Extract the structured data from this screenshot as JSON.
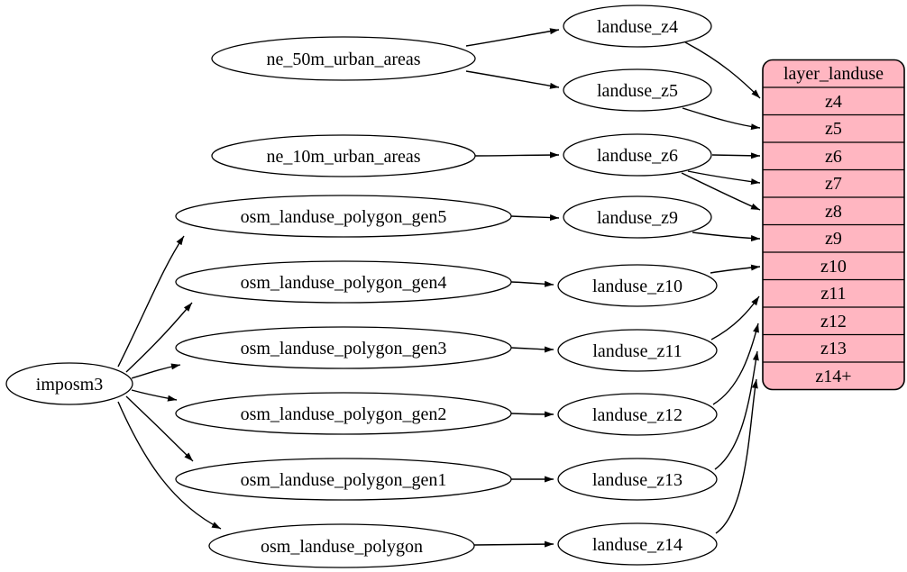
{
  "diagram": {
    "kind": "graphviz-dependency-graph",
    "background_color": "#ffffff",
    "node_fill_color": "#ffffff",
    "node_border_color": "#000000",
    "edge_color": "#000000",
    "text_color": "#000000",
    "nodes": {
      "imposm3": {
        "label": "imposm3"
      },
      "ne_50m_urban_areas": {
        "label": "ne_50m_urban_areas"
      },
      "ne_10m_urban_areas": {
        "label": "ne_10m_urban_areas"
      },
      "osm_landuse_polygon_gen5": {
        "label": "osm_landuse_polygon_gen5"
      },
      "osm_landuse_polygon_gen4": {
        "label": "osm_landuse_polygon_gen4"
      },
      "osm_landuse_polygon_gen3": {
        "label": "osm_landuse_polygon_gen3"
      },
      "osm_landuse_polygon_gen2": {
        "label": "osm_landuse_polygon_gen2"
      },
      "osm_landuse_polygon_gen1": {
        "label": "osm_landuse_polygon_gen1"
      },
      "osm_landuse_polygon": {
        "label": "osm_landuse_polygon"
      },
      "landuse_z4": {
        "label": "landuse_z4"
      },
      "landuse_z5": {
        "label": "landuse_z5"
      },
      "landuse_z6": {
        "label": "landuse_z6"
      },
      "landuse_z9": {
        "label": "landuse_z9"
      },
      "landuse_z10": {
        "label": "landuse_z10"
      },
      "landuse_z11": {
        "label": "landuse_z11"
      },
      "landuse_z12": {
        "label": "landuse_z12"
      },
      "landuse_z13": {
        "label": "landuse_z13"
      },
      "landuse_z14": {
        "label": "landuse_z14"
      }
    },
    "table": {
      "title": "layer_landuse",
      "fill_color": "#ffb6c1",
      "rows": [
        "z4",
        "z5",
        "z6",
        "z7",
        "z8",
        "z9",
        "z10",
        "z11",
        "z12",
        "z13",
        "z14+"
      ]
    },
    "edges": [
      {
        "from": "ne_50m_urban_areas",
        "to": "landuse_z4"
      },
      {
        "from": "ne_50m_urban_areas",
        "to": "landuse_z5"
      },
      {
        "from": "ne_10m_urban_areas",
        "to": "landuse_z6"
      },
      {
        "from": "imposm3",
        "to": "osm_landuse_polygon_gen5"
      },
      {
        "from": "imposm3",
        "to": "osm_landuse_polygon_gen4"
      },
      {
        "from": "imposm3",
        "to": "osm_landuse_polygon_gen3"
      },
      {
        "from": "imposm3",
        "to": "osm_landuse_polygon_gen2"
      },
      {
        "from": "imposm3",
        "to": "osm_landuse_polygon_gen1"
      },
      {
        "from": "imposm3",
        "to": "osm_landuse_polygon"
      },
      {
        "from": "osm_landuse_polygon_gen5",
        "to": "landuse_z9"
      },
      {
        "from": "osm_landuse_polygon_gen4",
        "to": "landuse_z10"
      },
      {
        "from": "osm_landuse_polygon_gen3",
        "to": "landuse_z11"
      },
      {
        "from": "osm_landuse_polygon_gen2",
        "to": "landuse_z12"
      },
      {
        "from": "osm_landuse_polygon_gen1",
        "to": "landuse_z13"
      },
      {
        "from": "osm_landuse_polygon",
        "to": "landuse_z14"
      },
      {
        "from": "landuse_z4",
        "to": "layer_landuse:z4"
      },
      {
        "from": "landuse_z5",
        "to": "layer_landuse:z5"
      },
      {
        "from": "landuse_z6",
        "to": "layer_landuse:z6"
      },
      {
        "from": "landuse_z6",
        "to": "layer_landuse:z7"
      },
      {
        "from": "landuse_z6",
        "to": "layer_landuse:z8"
      },
      {
        "from": "landuse_z9",
        "to": "layer_landuse:z9"
      },
      {
        "from": "landuse_z10",
        "to": "layer_landuse:z10"
      },
      {
        "from": "landuse_z11",
        "to": "layer_landuse:z11"
      },
      {
        "from": "landuse_z12",
        "to": "layer_landuse:z12"
      },
      {
        "from": "landuse_z13",
        "to": "layer_landuse:z13"
      },
      {
        "from": "landuse_z14",
        "to": "layer_landuse:z14+"
      }
    ]
  }
}
